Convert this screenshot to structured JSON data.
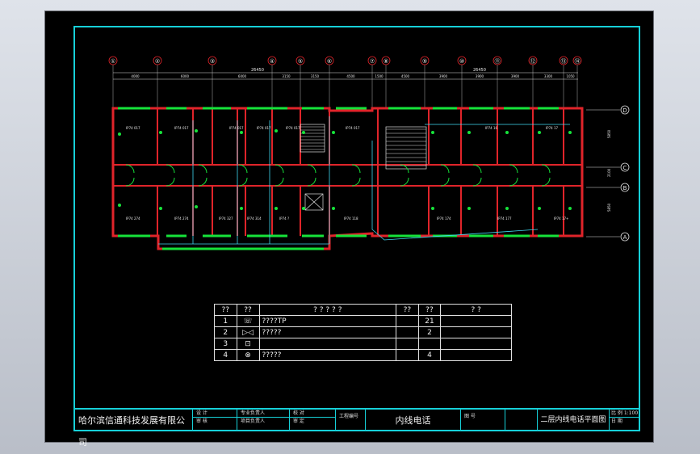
{
  "axes_top_left": [
    "①",
    "②",
    "③",
    "④",
    "⑤",
    "⑥",
    "⑦"
  ],
  "axes_top_right": [
    "⑧",
    "⑨",
    "⑩",
    "⑪",
    "⑫",
    "⑬",
    "⑭"
  ],
  "axes_right": [
    "D",
    "C",
    "B",
    "A"
  ],
  "total_dim_left": "26450",
  "total_dim_right": "26450",
  "dims_top": [
    "4000",
    "6000",
    "6000",
    "3150",
    "3150",
    "4500",
    "1500",
    "4500",
    "3900",
    "3900",
    "3900",
    "3300",
    "1050"
  ],
  "dims_right": [
    "5850",
    "2100",
    "5850"
  ],
  "room_labels_top": [
    "IP74 017",
    "IP74 017",
    "IP74 017",
    "IP74 017",
    "IP74 017",
    "IP74 017",
    "IP74 16",
    "IP74 17"
  ],
  "room_labels_bottom": [
    "IP74 274",
    "IP74 274",
    "IP74 327",
    "IP74 314",
    "IP74 ?",
    "IP74 118",
    "IP74 174",
    "IP74 177",
    "IP74 17+"
  ],
  "legend": {
    "header": [
      "??",
      "??",
      "?  ?  ?  ?  ?",
      "??",
      "??",
      "?   ?"
    ],
    "rows": [
      {
        "no": "1",
        "name": "????TP",
        "count": "21"
      },
      {
        "no": "2",
        "name": "?????",
        "count": "2"
      },
      {
        "no": "3",
        "name": "",
        "count": ""
      },
      {
        "no": "4",
        "name": "?????",
        "count": "4"
      }
    ]
  },
  "title_block": {
    "company": "哈尔滨信通科技发展有限公司",
    "drawing_name": "内线电话",
    "sheet_title": "二层内线电话平面图",
    "scale": "1:100",
    "small_labels": [
      "设 计",
      "审 核",
      "专业负责人",
      "项目负责人",
      "校 对",
      "审 定",
      "工程编号",
      "图 号",
      "比 例",
      "日 期"
    ]
  },
  "colors": {
    "frame": "#16d0d8",
    "wall": "#e0242a",
    "window": "#16e33a",
    "line": "#ffffff",
    "dim": "#e8e8e8"
  }
}
